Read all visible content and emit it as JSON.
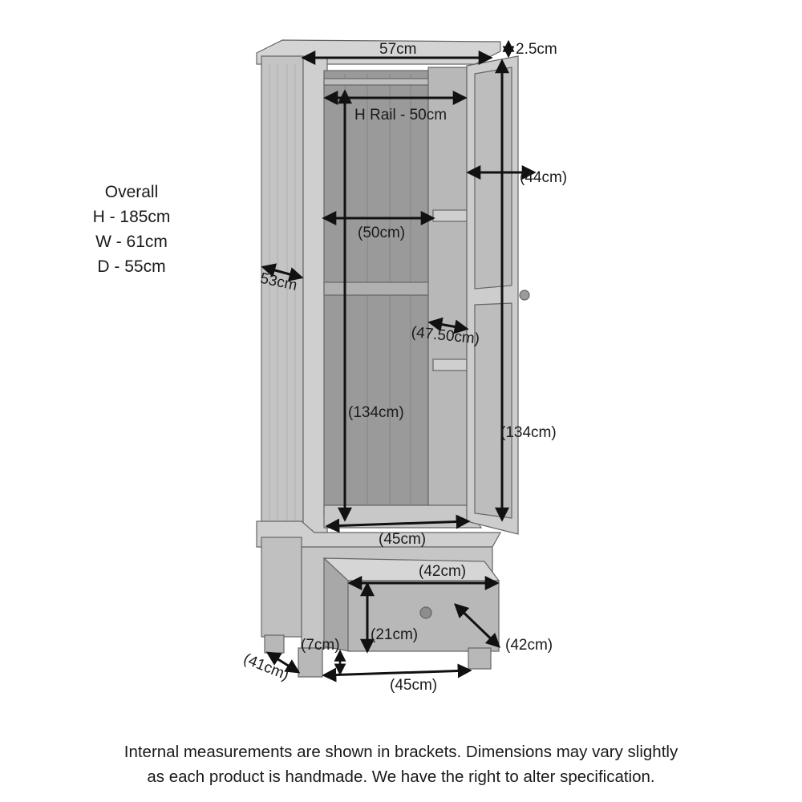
{
  "overall": {
    "heading": "Overall",
    "height": "H - 185cm",
    "width": "W - 61cm",
    "depth": "D - 55cm"
  },
  "dimensions": {
    "top_width": "57cm",
    "cornice": "2.5cm",
    "hanging_rail": "H Rail - 50cm",
    "door_depth": "(44cm)",
    "internal_width": "(50cm)",
    "side_depth": "53cm",
    "internal_depth": "(47.50cm)",
    "internal_height": "(134cm)",
    "door_height": "(134cm)",
    "base_internal_width": "(45cm)",
    "drawer_width": "(42cm)",
    "drawer_height": "(21cm)",
    "drawer_depth": "(42cm)",
    "foot_height": "(7cm)",
    "base_depth": "(41cm)",
    "base_width": "(45cm)"
  },
  "footer": {
    "line1": "Internal measurements are shown in brackets. Dimensions may vary slightly",
    "line2": "as each product is handmade. We have the right to alter specification."
  }
}
